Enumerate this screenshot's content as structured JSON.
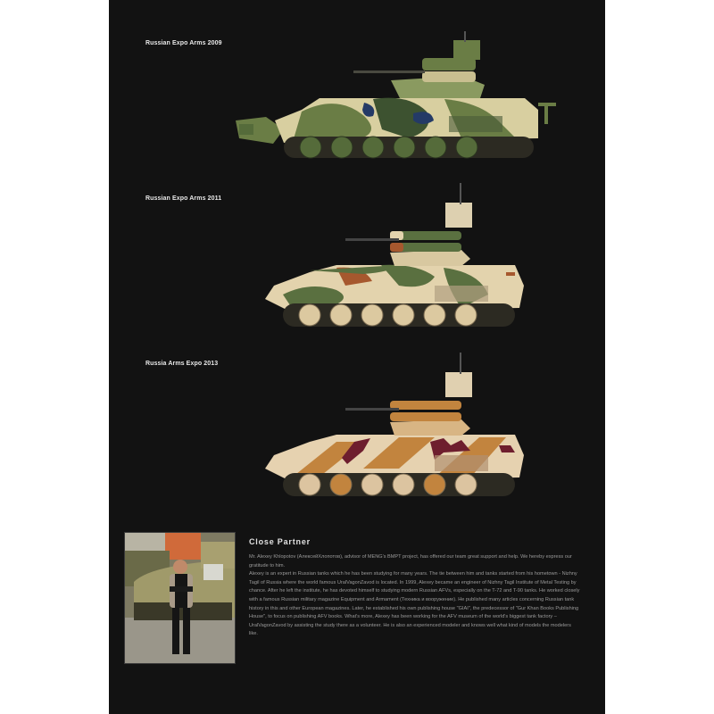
{
  "sections": [
    {
      "caption": "Russian Expo Arms 2009",
      "camo": "green-sand-blue",
      "colors": {
        "base": "#d8cfa0",
        "c1": "#6a7d45",
        "c2": "#3d5230",
        "c3": "#243a66",
        "wheel": "#556b3a"
      }
    },
    {
      "caption": "Russian Expo Arms 2011",
      "camo": "sand-green-rust",
      "colors": {
        "base": "#e3d3ad",
        "c1": "#5a7040",
        "c2": "#a6582e",
        "c3": "#c9b88c",
        "wheel": "#dcc9a0"
      }
    },
    {
      "caption": "Russia Arms Expo 2013",
      "camo": "sand-tan-maroon",
      "colors": {
        "base": "#e6d2b0",
        "c1": "#c2843e",
        "c2": "#6e1e2e",
        "c3": "#d8b584",
        "wheel": "#dcc4a0"
      }
    }
  ],
  "partner": {
    "title": "Close  Partner",
    "photo_alt": "Alexey Khlopotov standing in front of a tank",
    "paragraphs": [
      "Mr. Alexey Khlopotov (АлексейХлопотов), advisor of MENG's BMPT project, has offered our team great support and help. We hereby express our gratitude to him.",
      "Alexey is an expert in Russian tanks which he has been studying for many years. The tie between him and tanks started from his hometown - Nizhny Tagil of Russia where the world famous UralVagonZavod is located. In 1999, Alexey became an engineer of Nizhny Tagil Institute of Metal Testing by chance. After he left the institute, he has devoted himself to studying modern Russian AFVs, especially on the T-72 and T-90 tanks. He worked closely with a famous Russian military magazine Equipment and Armament (Техника и вооружение). He published many articles concerning Russian tank history in this and other European magazines. Later, he established his own publishing house \"GIAI\", the predecessor of \"Gur Khan Books Publishing House\", to focus on publishing AFV books. What's more, Alexey has been working for the AFV museum of the world's biggest tank factory – UralVagonZavod by assisting the study there as a volunteer. He is also an experienced modeler and knows well what kind of models the modelers like."
    ]
  }
}
